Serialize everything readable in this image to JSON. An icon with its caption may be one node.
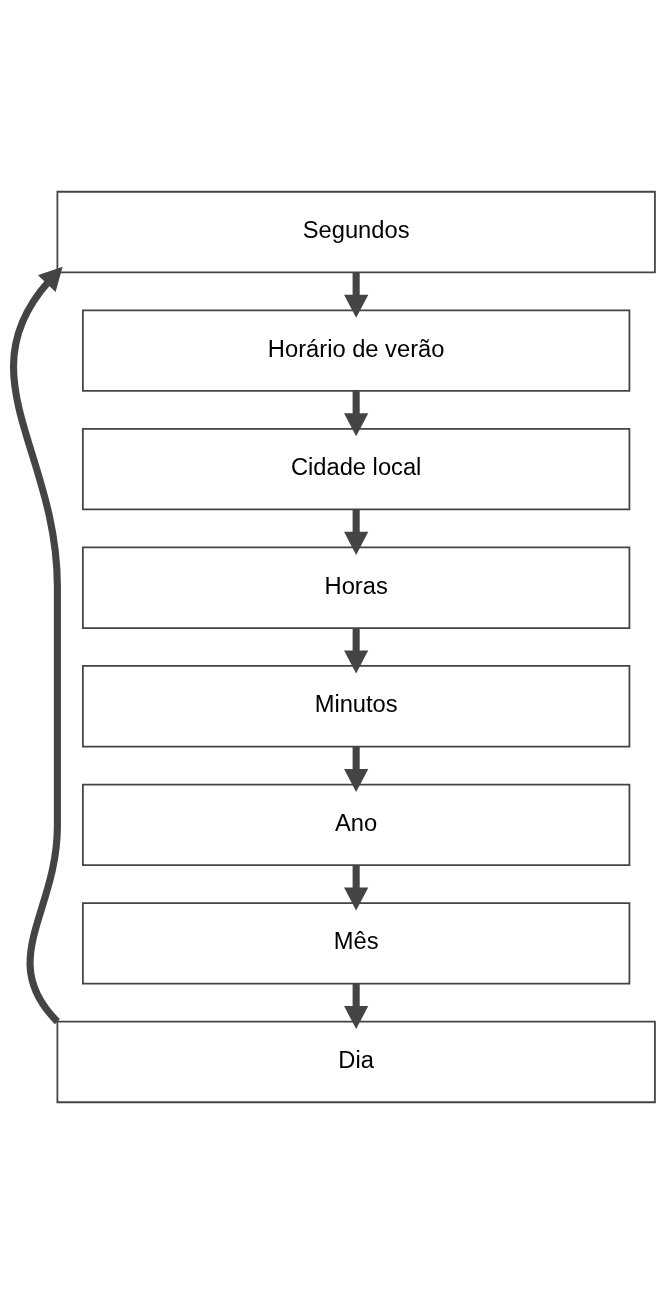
{
  "diagram": {
    "nodes": [
      {
        "text": [
          "Segundos"
        ]
      },
      {
        "text": [
          "Horário de verão"
        ]
      },
      {
        "text": [
          "Cidade local"
        ]
      },
      {
        "text": [
          "Horas"
        ]
      },
      {
        "text": [
          "Minutos"
        ]
      },
      {
        "text": [
          "Ano"
        ]
      },
      {
        "text": [
          "Mês"
        ]
      },
      {
        "text": [
          "Dia"
        ]
      }
    ],
    "edges": [
      {
        "from": 0,
        "to": 1,
        "arrow": "to"
      },
      {
        "from": 1,
        "to": 2,
        "arrow": "to"
      },
      {
        "from": 2,
        "to": 3,
        "arrow": "to"
      },
      {
        "from": 3,
        "to": 4,
        "arrow": "to"
      },
      {
        "from": 4,
        "to": 5,
        "arrow": "to"
      },
      {
        "from": 5,
        "to": 6,
        "arrow": "to"
      },
      {
        "from": 6,
        "to": 7,
        "arrow": "to"
      },
      {
        "from": 7,
        "to": 0,
        "arrow": "to"
      }
    ]
  }
}
